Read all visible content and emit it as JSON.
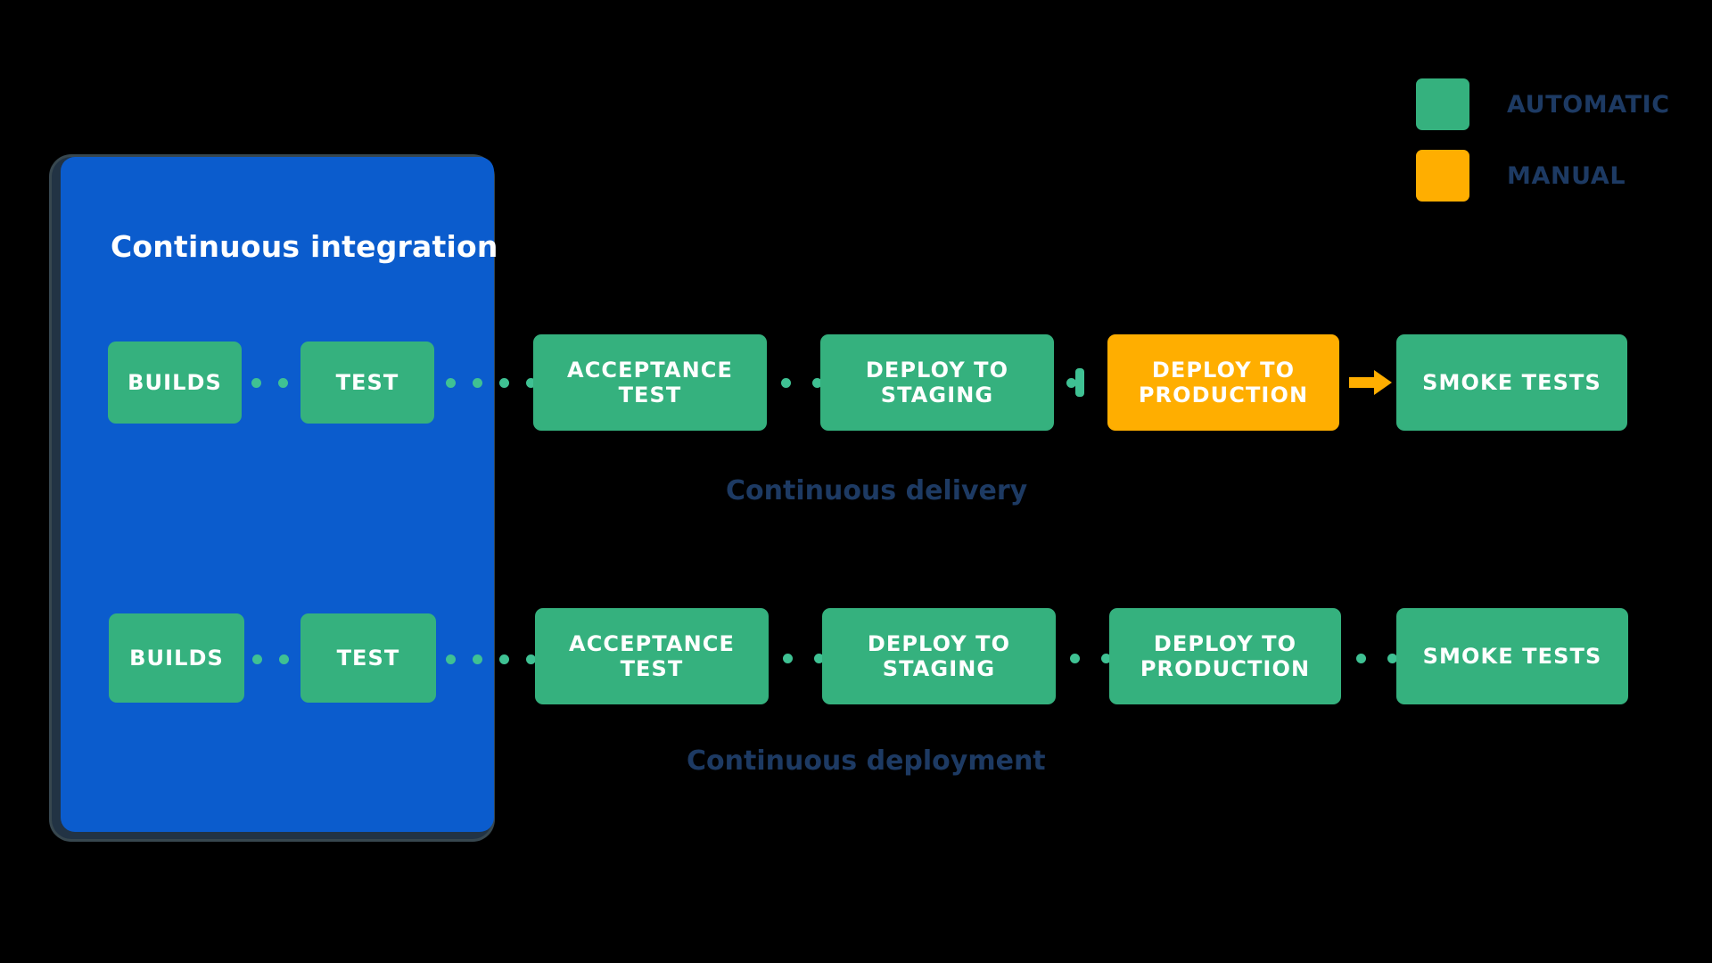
{
  "legend": {
    "items": [
      {
        "label": "AUTOMATIC",
        "color": "#35b17e",
        "icon": "green-square-swatch"
      },
      {
        "label": "MANUAL",
        "color": "#ffae00",
        "icon": "orange-square-swatch"
      }
    ]
  },
  "ci_panel": {
    "title": "Continuous integration",
    "color": "#0b5ccd"
  },
  "colors": {
    "automatic": "#35b17e",
    "manual": "#ffae00",
    "panel_blue": "#0b5ccd",
    "caption_navy": "#1d3a63",
    "dot_green": "#3fc193",
    "background": "#000000"
  },
  "rows": [
    {
      "caption": "Continuous delivery",
      "stages": [
        {
          "label": "BUILDS",
          "type": "automatic",
          "inside_ci": true
        },
        {
          "label": "TEST",
          "type": "automatic",
          "inside_ci": true
        },
        {
          "label": "ACCEPTANCE TEST",
          "type": "automatic",
          "inside_ci": false
        },
        {
          "label": "DEPLOY TO STAGING",
          "type": "automatic",
          "inside_ci": false
        },
        {
          "label": "DEPLOY TO PRODUCTION",
          "type": "manual",
          "inside_ci": false
        },
        {
          "label": "SMOKE TESTS",
          "type": "automatic",
          "inside_ci": false
        }
      ],
      "connectors": [
        "dotted",
        "dotted",
        "dotted",
        "gate",
        "arrow"
      ]
    },
    {
      "caption": "Continuous deployment",
      "stages": [
        {
          "label": "BUILDS",
          "type": "automatic",
          "inside_ci": true
        },
        {
          "label": "TEST",
          "type": "automatic",
          "inside_ci": true
        },
        {
          "label": "ACCEPTANCE TEST",
          "type": "automatic",
          "inside_ci": false
        },
        {
          "label": "DEPLOY TO STAGING",
          "type": "automatic",
          "inside_ci": false
        },
        {
          "label": "DEPLOY TO PRODUCTION",
          "type": "automatic",
          "inside_ci": false
        },
        {
          "label": "SMOKE TESTS",
          "type": "automatic",
          "inside_ci": false
        }
      ],
      "connectors": [
        "dotted",
        "dotted",
        "dotted",
        "dotted",
        "dotted"
      ]
    }
  ]
}
